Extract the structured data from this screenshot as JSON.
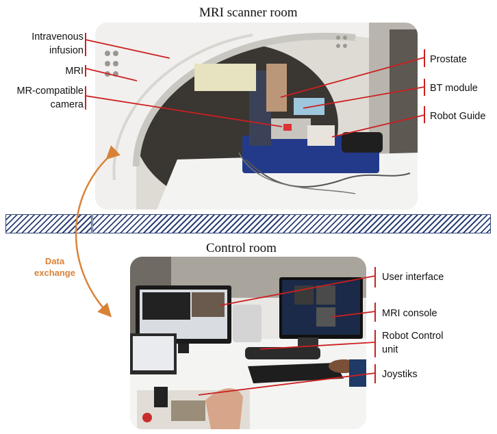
{
  "scanner_room": {
    "title": "MRI scanner room",
    "labels_left": [
      {
        "name": "intravenous-infusion-label",
        "lines": [
          "Intravenous",
          "infusion"
        ]
      },
      {
        "name": "mri-label",
        "lines": [
          "MRI"
        ]
      },
      {
        "name": "mr-compatible-camera-label",
        "lines": [
          "MR-compatible",
          "camera"
        ]
      }
    ],
    "labels_right": [
      {
        "name": "prostate-label",
        "lines": [
          "Prostate"
        ]
      },
      {
        "name": "bt-module-label",
        "lines": [
          "BT module"
        ]
      },
      {
        "name": "robot-guide-label",
        "lines": [
          "Robot Guide"
        ]
      }
    ]
  },
  "data_exchange": {
    "line1": "Data",
    "line2": "exchange"
  },
  "control_room": {
    "title": "Control room",
    "labels_right": [
      {
        "name": "user-interface-label",
        "lines": [
          "User interface"
        ]
      },
      {
        "name": "mri-console-label",
        "lines": [
          "MRI console"
        ]
      },
      {
        "name": "robot-control-unit-label",
        "lines": [
          "Robot Control",
          "unit"
        ]
      },
      {
        "name": "joystiks-label",
        "lines": [
          "Joystiks"
        ]
      }
    ]
  },
  "colors": {
    "leader_line": "#cc1f1f",
    "arrow": "#d98237",
    "wall_hatch": "#2a3f74"
  }
}
